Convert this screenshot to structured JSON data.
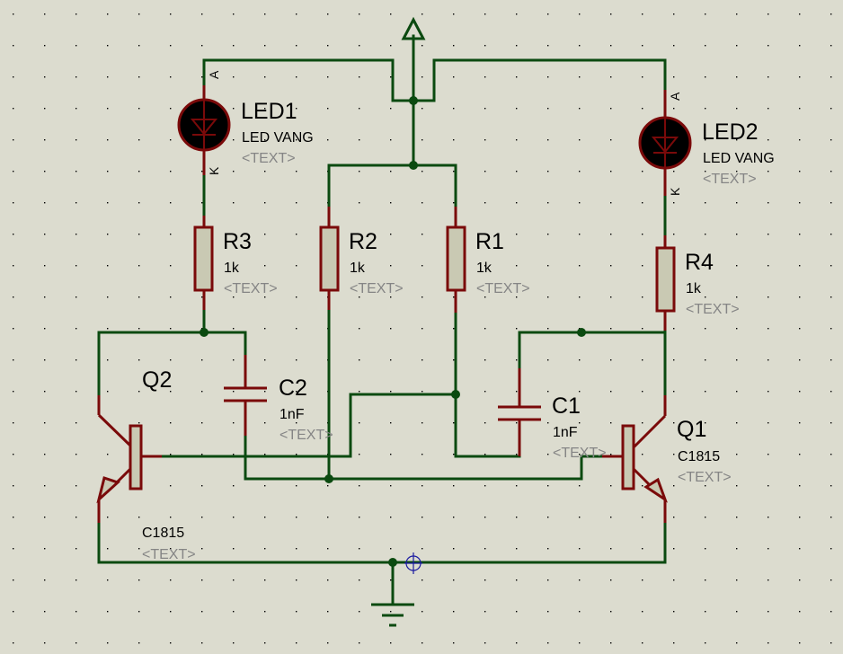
{
  "schematic": {
    "background": "#dcdccf",
    "colors": {
      "wire": "#0b4a10",
      "component": "#7a0a0a",
      "body_fill": "#c9c9b3",
      "placeholder_text": "#858585",
      "cursor": "#1a1aa0"
    },
    "power": {
      "symbol": "power-terminal-icon"
    },
    "ground": {
      "symbol": "ground-icon"
    },
    "components": {
      "led1": {
        "ref": "LED1",
        "value": "LED VANG",
        "text": "<TEXT>",
        "pin_a": "A",
        "pin_k": "K"
      },
      "led2": {
        "ref": "LED2",
        "value": "LED VANG",
        "text": "<TEXT>",
        "pin_a": "A",
        "pin_k": "K"
      },
      "r1": {
        "ref": "R1",
        "value": "1k",
        "text": "<TEXT>"
      },
      "r2": {
        "ref": "R2",
        "value": "1k",
        "text": "<TEXT>"
      },
      "r3": {
        "ref": "R3",
        "value": "1k",
        "text": "<TEXT>"
      },
      "r4": {
        "ref": "R4",
        "value": "1k",
        "text": "<TEXT>"
      },
      "c1": {
        "ref": "C1",
        "value": "1nF",
        "text": "<TEXT>"
      },
      "c2": {
        "ref": "C2",
        "value": "1nF",
        "text": "<TEXT>"
      },
      "q1": {
        "ref": "Q1",
        "value": "C1815",
        "text": "<TEXT>"
      },
      "q2": {
        "ref": "Q2",
        "value": "C1815",
        "text": "<TEXT>"
      }
    }
  }
}
